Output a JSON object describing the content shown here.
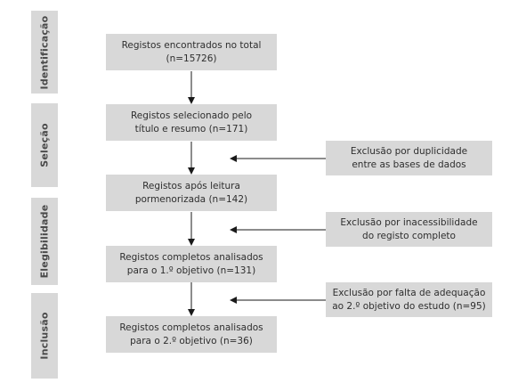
{
  "stages": [
    {
      "id": "identificacao",
      "label": "Identificação"
    },
    {
      "id": "selecao",
      "label": "Seleção"
    },
    {
      "id": "elegibilidade",
      "label": "Elegibilidade"
    },
    {
      "id": "inclusao",
      "label": "Inclusão"
    }
  ],
  "main_boxes": [
    {
      "line1": "Registos encontrados no total",
      "line2": "(n=15726)"
    },
    {
      "line1": "Registos selecionado pelo",
      "line2": "título e resumo (n=171)"
    },
    {
      "line1": "Registos após leitura",
      "line2": "pormenorizada (n=142)"
    },
    {
      "line1": "Registos completos analisados",
      "line2": "para o 1.º objetivo (n=131)"
    },
    {
      "line1": "Registos completos analisados",
      "line2": "para o 2.º objetivo (n=36)"
    }
  ],
  "exclusion_boxes": [
    {
      "line1": "Exclusão por duplicidade",
      "line2": "entre as bases de dados"
    },
    {
      "line1": "Exclusão por inacessibilidade",
      "line2": "do registo completo"
    },
    {
      "line1": "Exclusão por falta de adequação",
      "line2": "ao 2.º objetivo do estudo (n=95)"
    }
  ]
}
